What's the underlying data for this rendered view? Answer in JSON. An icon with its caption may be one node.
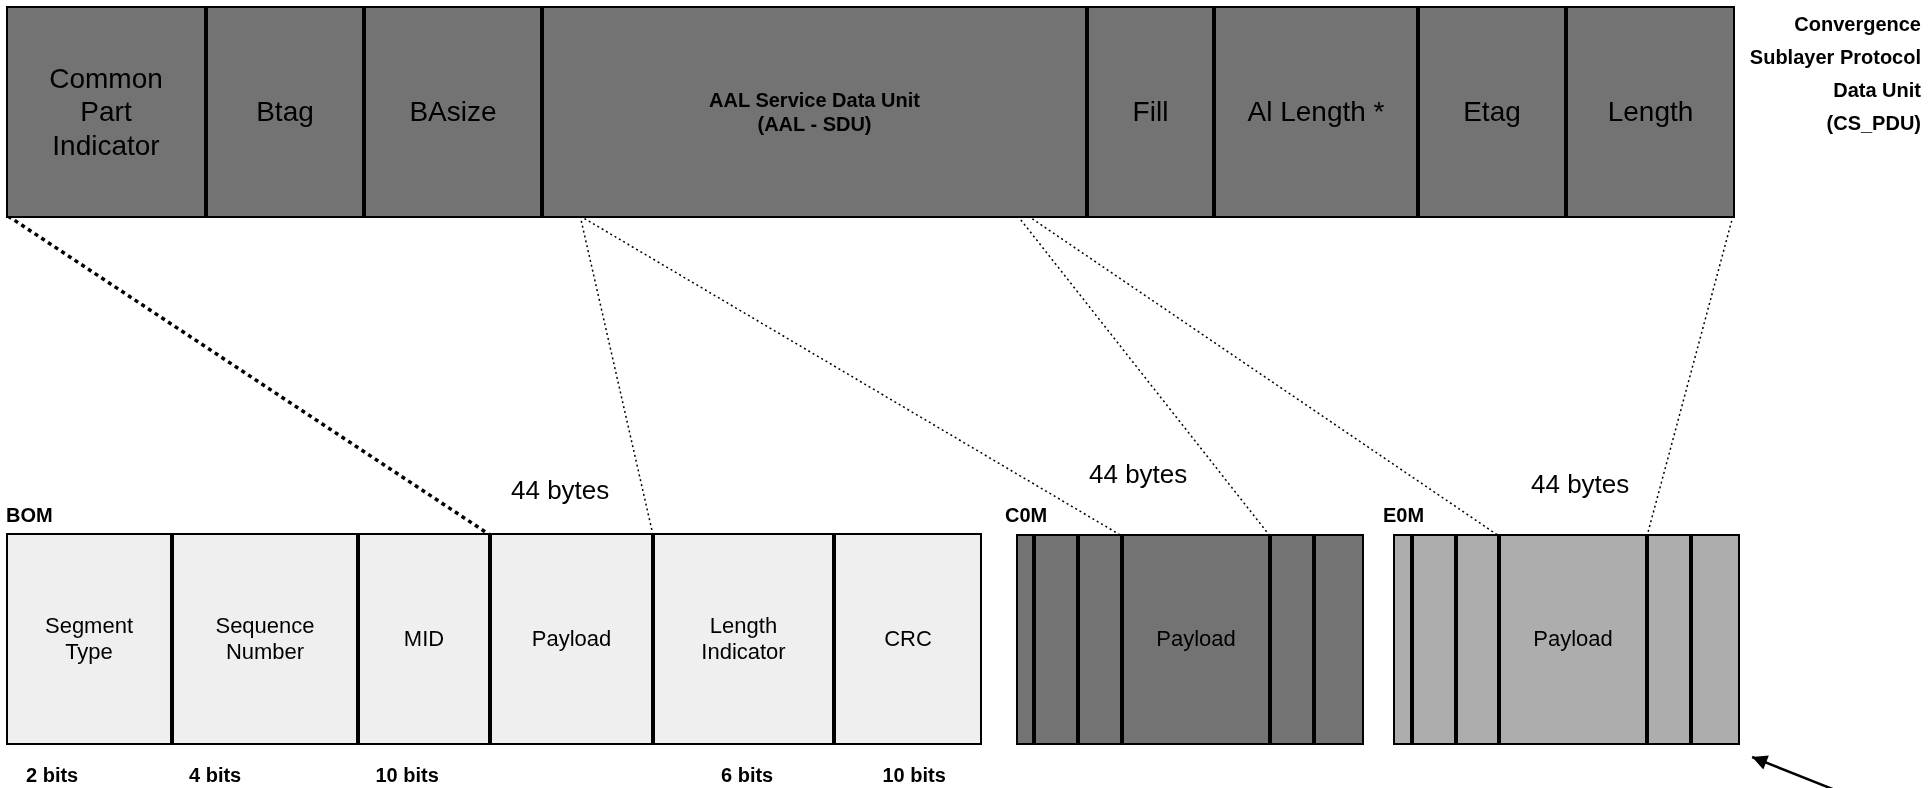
{
  "diagram": {
    "nodes": [
      {
        "text": [
          "Convergence Sublayer Protocol Data Unit (CS_PDU)"
        ]
      },
      {
        "text": [
          "Common Part Indicator"
        ],
        "in": 0
      },
      {
        "text": [
          "Btag"
        ],
        "in": 0
      },
      {
        "text": [
          "BAsize"
        ],
        "in": 0
      },
      {
        "text": [
          "AAL Service Data Unit (AAL - SDU)"
        ],
        "in": 0
      },
      {
        "text": [
          "Fill"
        ],
        "in": 0
      },
      {
        "text": [
          "Al Length *"
        ],
        "in": 0
      },
      {
        "text": [
          "Etag"
        ],
        "in": 0
      },
      {
        "text": [
          "Length"
        ],
        "in": 0
      },
      {
        "text": [
          "BOM"
        ]
      },
      {
        "text": [
          "Segment Type"
        ],
        "in": 9
      },
      {
        "text": [
          "Sequence Number"
        ],
        "in": 9
      },
      {
        "text": [
          "MID"
        ],
        "in": 9
      },
      {
        "text": [
          "Payload"
        ],
        "in": 9,
        "beside": [
          "44 bytes"
        ]
      },
      {
        "text": [
          "Length Indicator"
        ],
        "in": 9
      },
      {
        "text": [
          "CRC"
        ],
        "in": 9
      },
      {
        "text": [
          "C0M"
        ]
      },
      {
        "text": [],
        "shape": "box",
        "in": 16
      },
      {
        "text": [],
        "shape": "box",
        "in": 16
      },
      {
        "text": [],
        "shape": "box",
        "in": 16
      },
      {
        "text": [
          "Payload"
        ],
        "in": 16,
        "beside": [
          "44 bytes"
        ]
      },
      {
        "text": [],
        "shape": "box",
        "in": 16
      },
      {
        "text": [],
        "shape": "box",
        "in": 16
      },
      {
        "text": [
          "E0M"
        ]
      },
      {
        "text": [],
        "shape": "box",
        "in": 23
      },
      {
        "text": [],
        "shape": "box",
        "in": 23
      },
      {
        "text": [],
        "shape": "box",
        "in": 23
      },
      {
        "text": [
          "Payload"
        ],
        "in": 23,
        "beside": [
          "44 bytes"
        ]
      },
      {
        "text": [],
        "shape": "box",
        "in": 23
      },
      {
        "text": [],
        "shape": "box",
        "in": 23
      }
    ],
    "edges": [
      {
        "from": 1,
        "to": 13,
        "arrow": "none",
        "style": "dashed"
      },
      {
        "from": 4,
        "to": 13,
        "arrow": "none",
        "style": "dashed"
      },
      {
        "from": 4,
        "to": 20,
        "arrow": "none",
        "style": "dashed"
      },
      {
        "from": 4,
        "to": 20,
        "arrow": "none",
        "style": "dashed"
      },
      {
        "from": 4,
        "to": 27,
        "arrow": "none",
        "style": "dashed"
      },
      {
        "from": 8,
        "to": 27,
        "arrow": "none",
        "style": "dashed"
      },
      {
        "from": null,
        "to": 23,
        "arrow": "to"
      }
    ],
    "labels": [
      "2 bits",
      "4 bits",
      "10 bits",
      "6 bits",
      "10 bits"
    ]
  }
}
